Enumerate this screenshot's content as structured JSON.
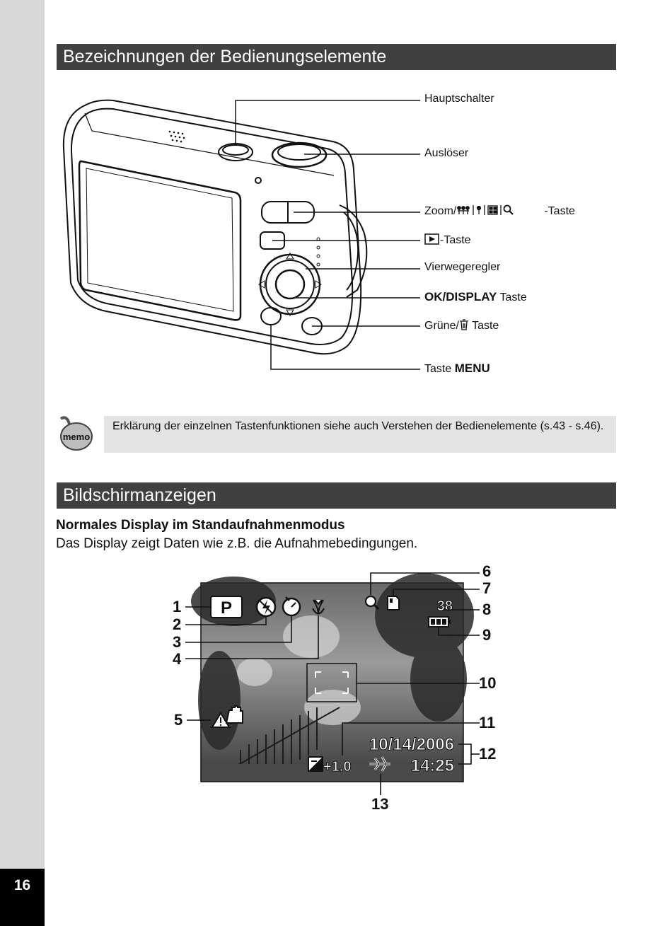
{
  "page": {
    "number": "16"
  },
  "section1": {
    "title": "Bezeichnungen der Bedienungselemente",
    "labels": {
      "power": "Hauptschalter",
      "shutter": "Auslöser",
      "zoom": "-Taste",
      "zoom_prefix": "Zoom/",
      "playback": "-Taste",
      "four_way": "Vierwegeregler",
      "ok_bold": "OK/DISPLAY",
      "ok_suffix": "Taste",
      "green_prefix": "Grüne/",
      "green_suffix": "Taste",
      "menu_prefix": "Taste",
      "menu_bold": "MENU"
    }
  },
  "memo": {
    "icon_text": "memo",
    "text": "Erklärung der einzelnen Tastenfunktionen siehe auch Verstehen der Bedienelemente (s.43 - s.46)."
  },
  "section2": {
    "title": "Bildschirmanzeigen",
    "subheading": "Normales Display im Standaufnahmenmodus",
    "description": "Das Display zeigt Daten wie z.B. die Aufnahmebedingungen."
  },
  "display": {
    "mode": "P",
    "shots_remaining": "38",
    "ev": "+1.0",
    "date": "10/14/2006",
    "time": "14:25",
    "callouts": [
      "1",
      "2",
      "3",
      "4",
      "5",
      "6",
      "7",
      "8",
      "9",
      "10",
      "11",
      "12",
      "13"
    ]
  },
  "icons": [
    "camera-illustration",
    "memo-icon",
    "flash-off-icon",
    "self-timer-icon",
    "macro-icon",
    "shake-warning-icon",
    "zoom-icon",
    "memory-icon",
    "battery-icon",
    "focus-frame",
    "ev-icon",
    "world-time-icon"
  ]
}
